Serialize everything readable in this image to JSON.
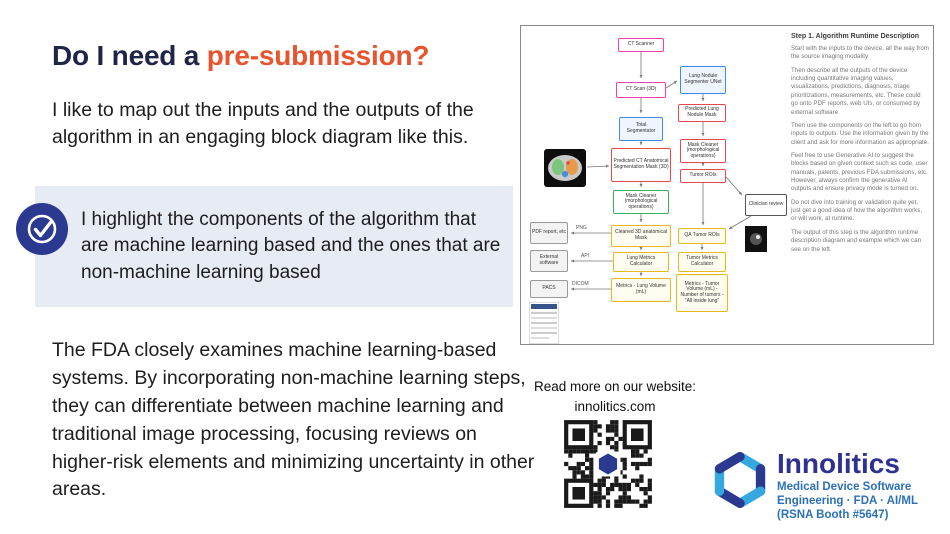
{
  "slide": {
    "title_prefix": "Do I need a ",
    "title_highlight": "pre-submission?",
    "paragraph1": "I like to map out the inputs and the outputs of the algorithm in an engaging block diagram like this.",
    "callout": "I highlight the components of the algorithm that are machine learning based and the ones that are non-machine learning based",
    "paragraph2": "The FDA closely examines machine learning-based systems. By incorporating non-machine learning steps, they can differentiate between machine learning and traditional image processing, focusing reviews on higher-risk elements and minimizing uncertainty in other areas."
  },
  "diagram": {
    "step_title": "Step 1.  Algorithm Runtime Description",
    "step_paragraphs": [
      "Start with the inputs to the device, all the way from the source imaging modality",
      "Then describe all the outputs of the device including quantitative imaging values, visualizations, predictions, diagnosis, triage prioritizations, measurements, etc. These could go onto PDF reports, web UIs, or consumed by external software",
      "Then use the components on the left to go from inputs to outputs. Use the information given by the client and ask for more information as appropriate.",
      "Feel free to use Generative AI to suggest the blocks based on given context such as code, user manuals, patents, previous FDA submissions, etc. However, always confirm the generative AI outputs and ensure privacy mode is turned on.",
      "Do not dive into training or validation quite yet, just get a good idea of how the algorithm works, or will work, at runtime.",
      "The output of this step is the algorithm runtime description diagram and example which we can see on the left."
    ],
    "nodes": [
      {
        "label": "CT Scanner"
      },
      {
        "label": "CT Scan (3D)"
      },
      {
        "label": "Lung Nodule Segmenter UNet"
      },
      {
        "label": "Total Segmentator"
      },
      {
        "label": "Predicted Lung Nodule Mask"
      },
      {
        "label": "Predicted CT Anatomical Segmentation Mask (3D)"
      },
      {
        "label": "Mask Cleaner (morphological operations)"
      },
      {
        "label": "Tumor ROIs"
      },
      {
        "label": "Mask Cleaner (morphological operations)"
      },
      {
        "label": "Clinician review"
      },
      {
        "label": "Cleaned 3D anatomical Mask"
      },
      {
        "label": "QA Tumor ROIs"
      },
      {
        "label": "Lung Metrics Calculator"
      },
      {
        "label": "Tumor Metrics Calculator"
      },
      {
        "label": "Metrics - Lung Volume (mL)"
      },
      {
        "label": "Metrics - Tumor Volume (mL) - Number of tumors - \"All inside lung\""
      },
      {
        "label": "PDF report, etc"
      },
      {
        "label": "External software"
      },
      {
        "label": "PACS"
      }
    ],
    "edge_labels": [
      "PNG",
      "API",
      "DICOM"
    ]
  },
  "footer": {
    "read_more_line1": "Read more on our website:",
    "read_more_line2": "innolitics.com",
    "brand_name": "Innolitics",
    "tagline1": "Medical Device Software",
    "tagline2": "Engineering · FDA · AI/ML",
    "tagline3": "(RSNA Booth #5647)"
  },
  "colors": {
    "title_navy": "#1e2547",
    "accent_orange": "#e8542e",
    "callout_bg": "#e7ebf3",
    "badge_navy": "#2b3990",
    "brand_navy": "#2e3192",
    "brand_blue": "#2c71b8",
    "logo_lightblue": "#35a8e0"
  }
}
